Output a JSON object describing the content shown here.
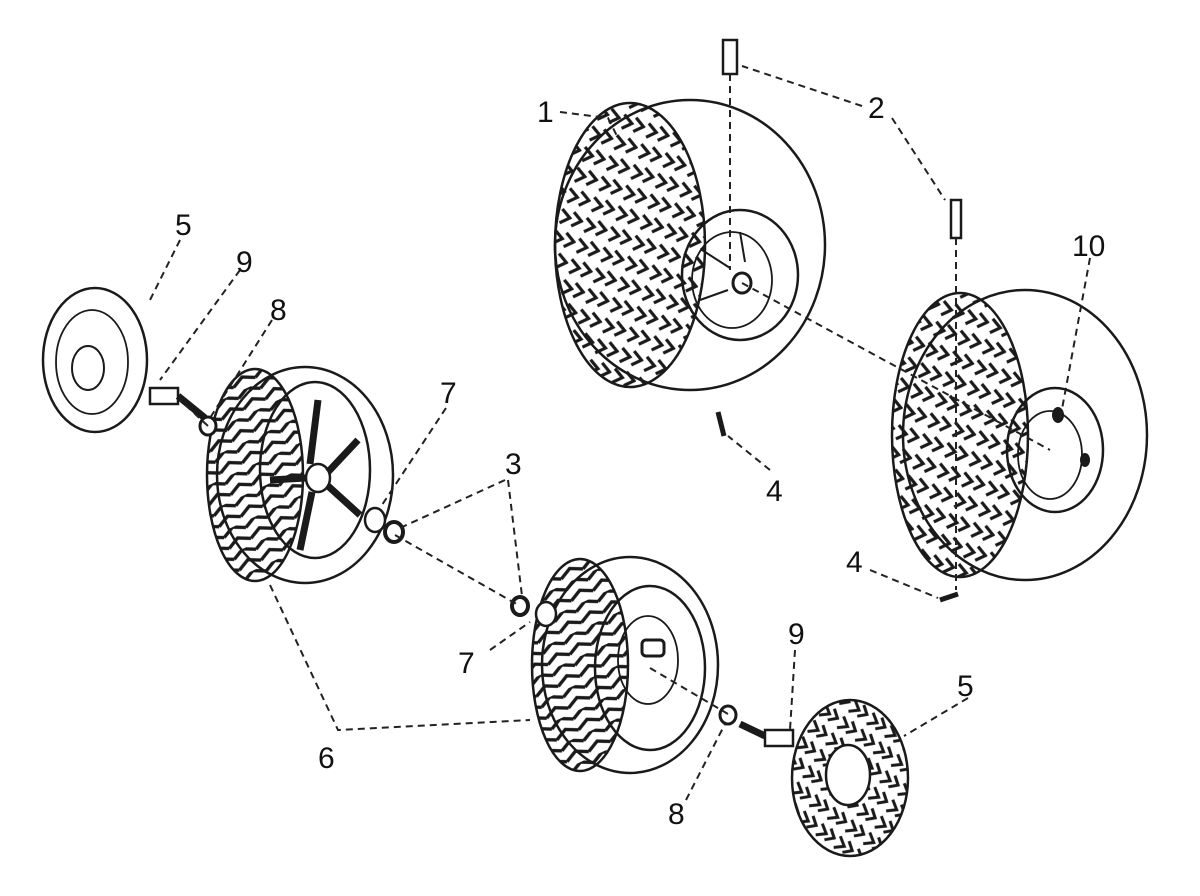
{
  "diagram": {
    "colors": {
      "ink": "#1a1a1a",
      "paper": "#ffffff"
    },
    "callouts": {
      "c1": "1",
      "c2": "2",
      "c3": "3",
      "c4a": "4",
      "c4b": "4",
      "c5a": "5",
      "c5b": "5",
      "c6": "6",
      "c7a": "7",
      "c7b": "7",
      "c8a": "8",
      "c8b": "8",
      "c9a": "9",
      "c9b": "9",
      "c10": "10"
    }
  }
}
